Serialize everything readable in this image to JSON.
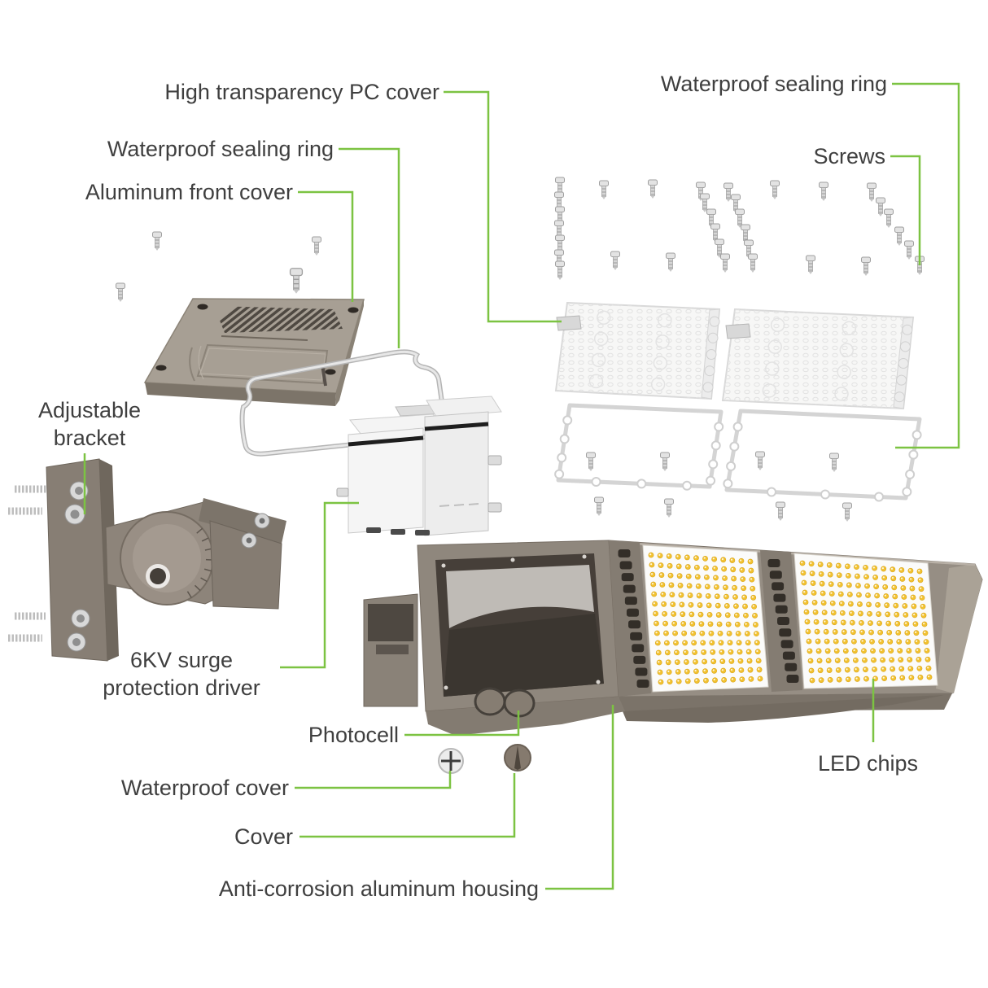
{
  "diagram": {
    "kind": "exploded-view parts diagram",
    "subject": "LED area light fixture"
  },
  "labels": {
    "pc_cover": "High transparency PC cover",
    "sealing_ring_left": "Waterproof sealing ring",
    "front_cover": "Aluminum front cover",
    "sealing_ring_right": "Waterproof sealing ring",
    "screws": "Screws",
    "bracket": "Adjustable bracket",
    "driver": "6KV surge protection driver",
    "photocell": "Photocell",
    "waterproof_cover": "Waterproof cover",
    "cover": "Cover",
    "housing": "Anti-corrosion aluminum housing",
    "led_chips": "LED chips"
  },
  "symbols": {
    "waterproof_cover_mark": "+"
  },
  "colors": {
    "leader_green": "#7cc342",
    "label_text": "#3f3f3f",
    "housing_taupe": "#8f877d",
    "housing_dark": "#6f675e",
    "interior_dark": "#463f39",
    "led_yellow": "#f2c230",
    "led_board_white": "#fbfbfa",
    "metal_silver": "#d9d9d9",
    "pc_cover_white": "#f7f7f6",
    "aluminum_tan": "#a79f94"
  }
}
